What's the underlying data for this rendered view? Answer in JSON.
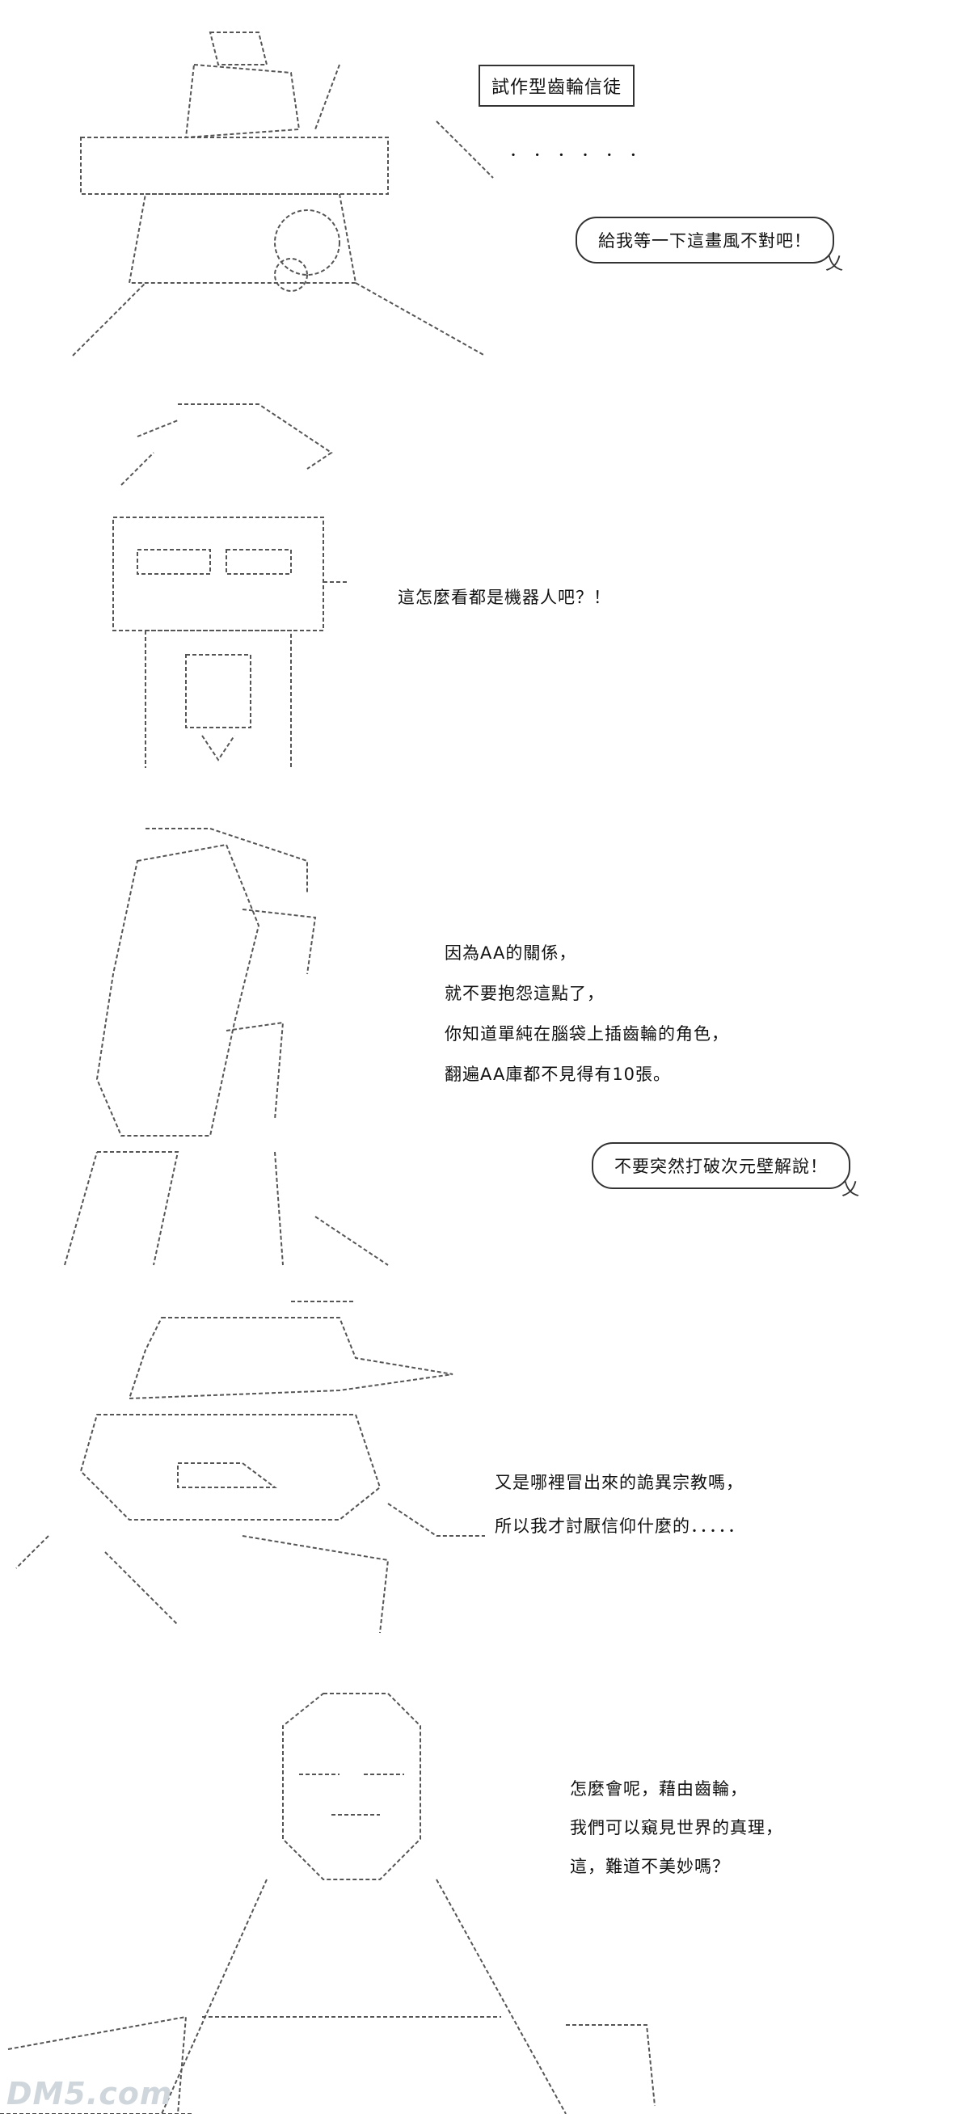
{
  "panels": [
    {
      "caption": "試作型齒輪信徒",
      "ellipsis": "． ． ． ． ． ．",
      "bubble": "給我等一下這畫風不對吧！"
    },
    {
      "lines": [
        "這怎麼看都是機器人吧？！"
      ]
    },
    {
      "lines": [
        "因為AA的關係，",
        "就不要抱怨這點了，",
        "你知道單純在腦袋上插齒輪的角色，",
        "翻遍AA庫都不見得有10張。"
      ],
      "bubble": "不要突然打破次元壁解說！"
    },
    {
      "lines": [
        "又是哪裡冒出來的詭異宗教嗎，",
        "所以我才討厭信仰什麼的．．．．．"
      ]
    },
    {
      "lines": [
        "怎麼會呢，藉由齒輪，",
        "我們可以窺見世界的真理，",
        "這，難道不美妙嗎？"
      ]
    }
  ],
  "watermark": "DM5.com"
}
